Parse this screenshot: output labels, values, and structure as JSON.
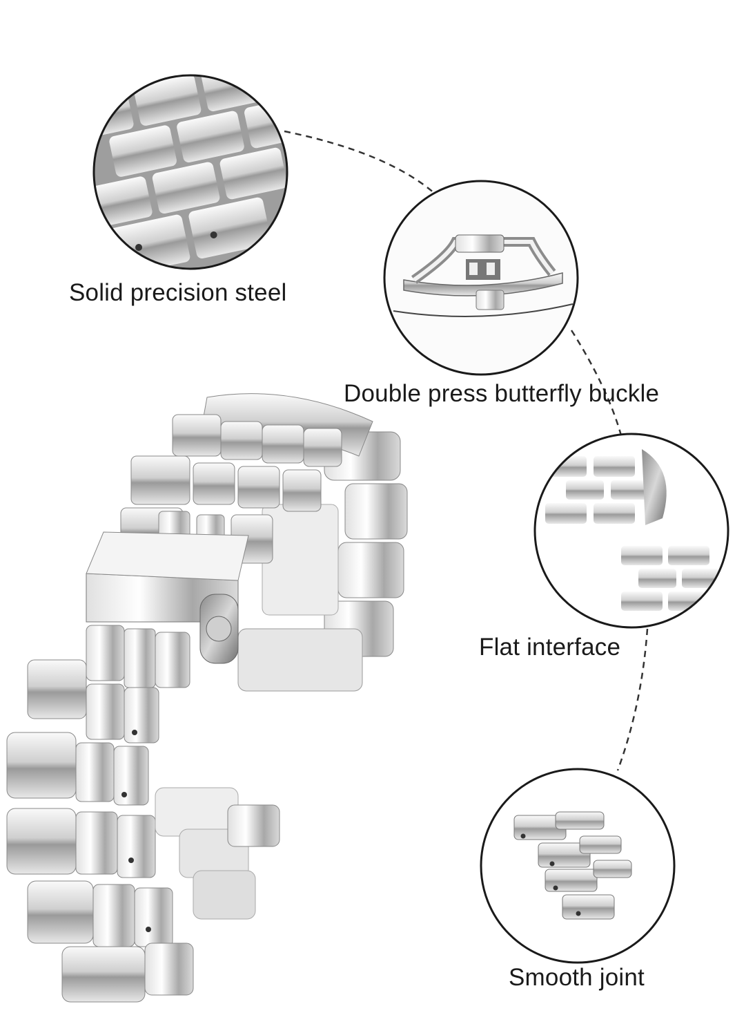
{
  "features": [
    {
      "id": "solid",
      "label": "Solid precision steel"
    },
    {
      "id": "buckle",
      "label": "Double press butterfly buckle"
    },
    {
      "id": "interface",
      "label": "Flat interface"
    },
    {
      "id": "joint",
      "label": "Smooth joint"
    }
  ],
  "colors": {
    "background": "#ffffff",
    "circle_stroke": "#1a1a1a",
    "dash_line": "#333333",
    "steel_light": "#f2f2f2",
    "steel_mid": "#bdbdbd",
    "steel_dark": "#6e6e6e",
    "text": "#1a1a1a"
  },
  "icons": [
    "bracelet-closeup-image",
    "butterfly-buckle-image",
    "flat-interface-image",
    "link-joint-image",
    "watch-bracelet-image"
  ]
}
